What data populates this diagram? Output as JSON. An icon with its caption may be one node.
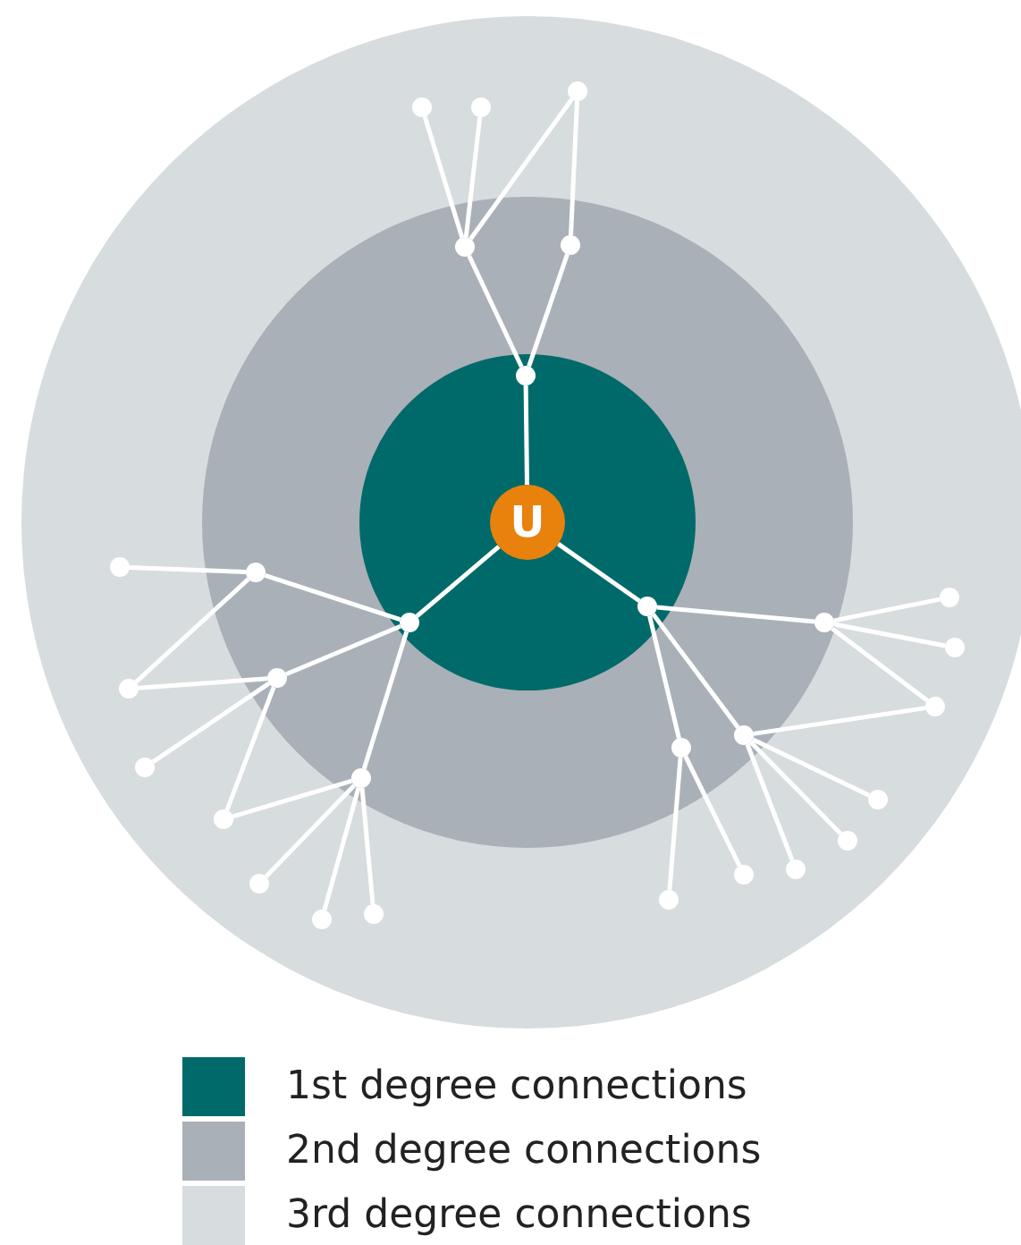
{
  "diagram": {
    "nodes": [
      {
        "text": [
          "U"
        ]
      },
      {
        "text": [],
        "shape": "circle"
      },
      {
        "text": [],
        "shape": "circle"
      },
      {
        "text": [],
        "shape": "circle"
      },
      {
        "text": [],
        "shape": "circle"
      },
      {
        "text": [],
        "shape": "circle"
      },
      {
        "text": [],
        "shape": "circle"
      },
      {
        "text": [],
        "shape": "circle"
      },
      {
        "text": [],
        "shape": "circle"
      },
      {
        "text": [],
        "shape": "circle"
      },
      {
        "text": [],
        "shape": "circle"
      },
      {
        "text": [],
        "shape": "circle"
      },
      {
        "text": [],
        "shape": "circle"
      },
      {
        "text": [],
        "shape": "circle"
      },
      {
        "text": [],
        "shape": "circle"
      },
      {
        "text": [],
        "shape": "circle"
      },
      {
        "text": [],
        "shape": "circle"
      },
      {
        "text": [],
        "shape": "circle"
      },
      {
        "text": [],
        "shape": "circle"
      },
      {
        "text": [],
        "shape": "circle"
      },
      {
        "text": [],
        "shape": "circle"
      },
      {
        "text": [],
        "shape": "circle"
      },
      {
        "text": [],
        "shape": "circle"
      },
      {
        "text": [],
        "shape": "circle"
      },
      {
        "text": [],
        "shape": "circle"
      },
      {
        "text": [],
        "shape": "circle"
      },
      {
        "text": [],
        "shape": "circle"
      },
      {
        "text": [],
        "shape": "circle"
      },
      {
        "text": [],
        "shape": "circle"
      },
      {
        "text": [],
        "shape": "circle"
      }
    ],
    "edges": [
      {
        "from": 0,
        "to": 1,
        "arrow": "none"
      },
      {
        "from": 0,
        "to": 2,
        "arrow": "none"
      },
      {
        "from": 0,
        "to": 3,
        "arrow": "none"
      },
      {
        "from": 1,
        "to": 4,
        "arrow": "none"
      },
      {
        "from": 1,
        "to": 5,
        "arrow": "none"
      },
      {
        "from": 4,
        "to": 6,
        "arrow": "none"
      },
      {
        "from": 4,
        "to": 7,
        "arrow": "none"
      },
      {
        "from": 4,
        "to": 8,
        "arrow": "none"
      },
      {
        "from": 5,
        "to": 8,
        "arrow": "none"
      },
      {
        "from": 2,
        "to": 9,
        "arrow": "none"
      },
      {
        "from": 2,
        "to": 10,
        "arrow": "none"
      },
      {
        "from": 2,
        "to": 11,
        "arrow": "none"
      },
      {
        "from": 9,
        "to": 12,
        "arrow": "none"
      },
      {
        "from": 9,
        "to": 13,
        "arrow": "none"
      },
      {
        "from": 10,
        "to": 13,
        "arrow": "none"
      },
      {
        "from": 10,
        "to": 14,
        "arrow": "none"
      },
      {
        "from": 10,
        "to": 15,
        "arrow": "none"
      },
      {
        "from": 11,
        "to": 15,
        "arrow": "none"
      },
      {
        "from": 11,
        "to": 16,
        "arrow": "none"
      },
      {
        "from": 11,
        "to": 17,
        "arrow": "none"
      },
      {
        "from": 11,
        "to": 18,
        "arrow": "none"
      },
      {
        "from": 3,
        "to": 19,
        "arrow": "none"
      },
      {
        "from": 3,
        "to": 20,
        "arrow": "none"
      },
      {
        "from": 3,
        "to": 21,
        "arrow": "none"
      },
      {
        "from": 19,
        "to": 22,
        "arrow": "none"
      },
      {
        "from": 19,
        "to": 23,
        "arrow": "none"
      },
      {
        "from": 19,
        "to": 24,
        "arrow": "none"
      },
      {
        "from": 20,
        "to": 24,
        "arrow": "none"
      },
      {
        "from": 20,
        "to": 25,
        "arrow": "none"
      },
      {
        "from": 20,
        "to": 26,
        "arrow": "none"
      },
      {
        "from": 20,
        "to": 27,
        "arrow": "none"
      },
      {
        "from": 21,
        "to": 28,
        "arrow": "none"
      },
      {
        "from": 21,
        "to": 29,
        "arrow": "none"
      }
    ],
    "legend": [
      {
        "text": "1st degree connections",
        "color": "#006a6a"
      },
      {
        "text": "2nd degree connections",
        "color": "#aab0b7"
      },
      {
        "text": "3rd degree connections",
        "color": "#d7dcdf"
      }
    ]
  }
}
